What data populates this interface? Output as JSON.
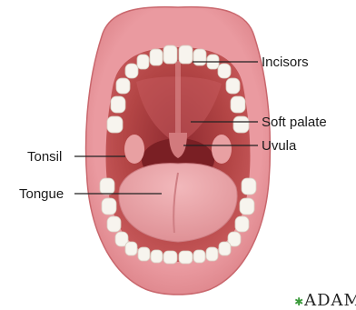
{
  "labels": {
    "incisors": "Incisors",
    "soft_palate": "Soft palate",
    "uvula": "Uvula",
    "tonsil": "Tonsil",
    "tongue": "Tongue"
  },
  "watermark": "ADAM",
  "colors": {
    "lip": "#e58a8f",
    "lip_dark": "#c9676d",
    "mouth_cavity": "#b34545",
    "throat": "#7a1f24",
    "tongue": "#e8a5a9",
    "teeth": "#f7f4ee",
    "line": "#222222"
  }
}
